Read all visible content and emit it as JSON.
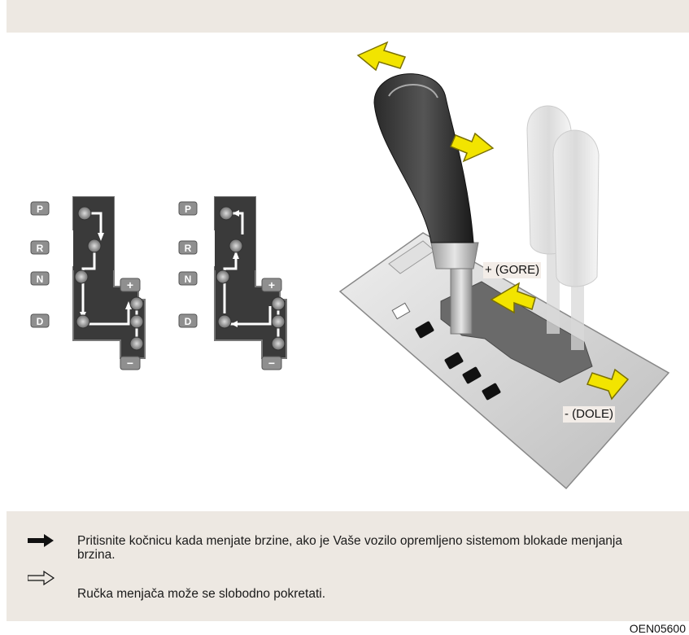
{
  "gear_labels": [
    "P",
    "R",
    "N",
    "D"
  ],
  "shift_signs": {
    "plus": "+",
    "minus": "−"
  },
  "callouts": {
    "up": "+ (GORE)",
    "down": "- (DOLE)"
  },
  "legend": {
    "solid_arrow_text": "Pritisnite kočnicu kada menjate brzine, ako je Vaše vozilo opremljeno sistemom blokade menjanja brzina.",
    "outline_arrow_text": "Ručka menjača može se slobodno pokretati."
  },
  "figure_code": "OEN05600",
  "colors": {
    "highlight": "#f2e400",
    "background_band": "#ede8e2",
    "gate_plate": "#3a3a3a"
  },
  "icons": {
    "solid_arrow": "solid-arrow-icon",
    "outline_arrow": "outline-arrow-icon"
  }
}
